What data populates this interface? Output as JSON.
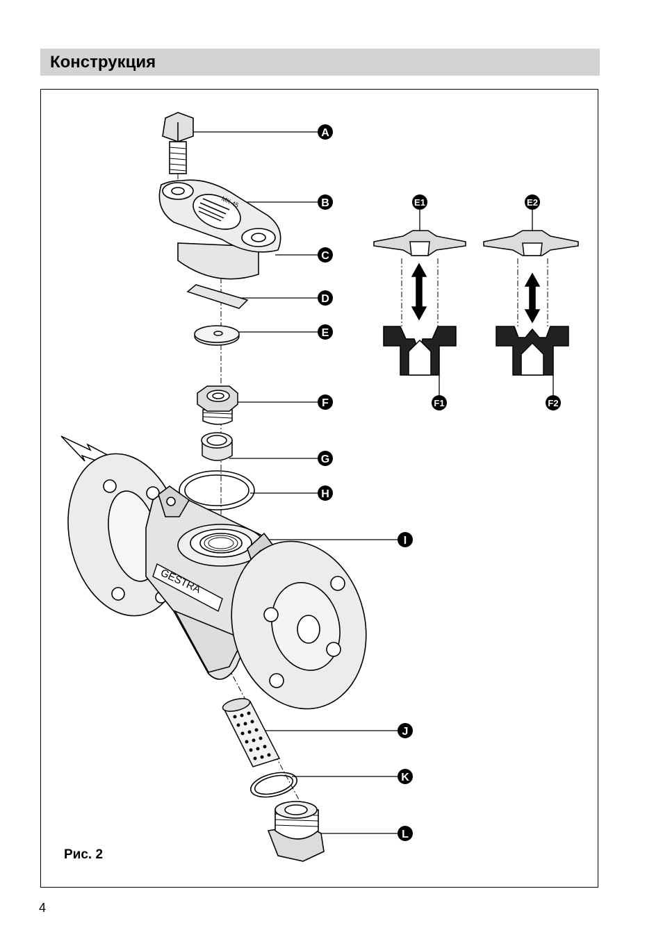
{
  "header": {
    "title": "Конструкция"
  },
  "figure": {
    "caption": "Рис. 2",
    "callouts": [
      "A",
      "B",
      "C",
      "D",
      "E",
      "F",
      "G",
      "H",
      "I",
      "J",
      "K",
      "L"
    ],
    "detail_labels": [
      "E1",
      "E2",
      "F1",
      "F2"
    ],
    "body_marking": "GESTRA",
    "plate_text": "MK 45"
  },
  "page": {
    "number": "4"
  }
}
